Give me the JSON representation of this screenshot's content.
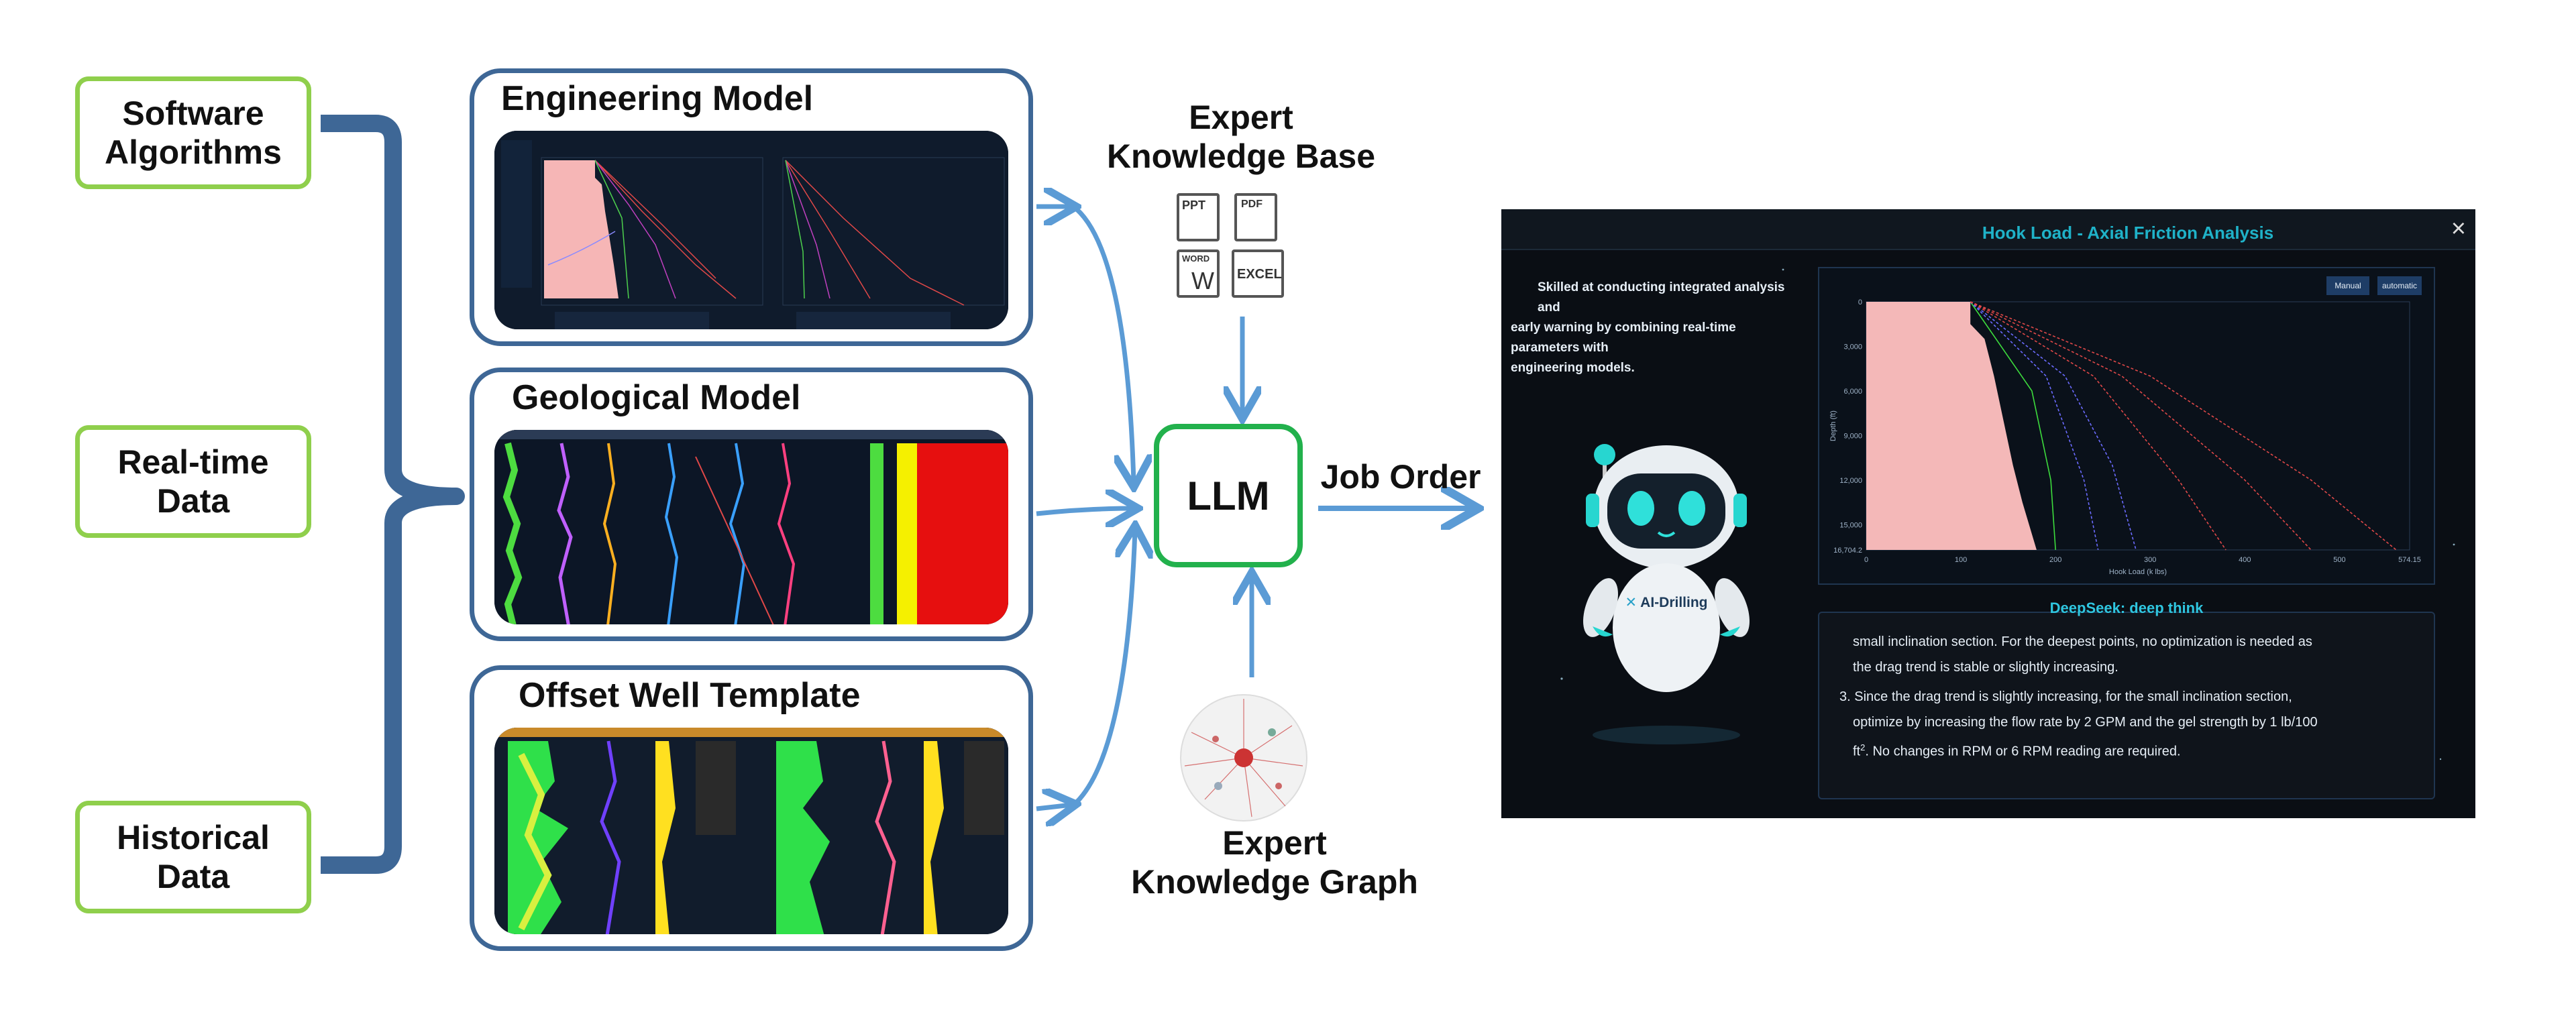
{
  "sources": [
    {
      "line1": "Software",
      "line2": "Algorithms"
    },
    {
      "line1": "Real-time",
      "line2": "Data"
    },
    {
      "line1": "Historical",
      "line2": "Data"
    }
  ],
  "models": [
    {
      "title": "Engineering Model"
    },
    {
      "title": "Geological Model"
    },
    {
      "title": "Offset Well Template"
    }
  ],
  "knowledge_base": {
    "line1": "Expert",
    "line2": "Knowledge Base",
    "file_icons": [
      "PPT",
      "PDF",
      "WORD",
      "EXCEL"
    ],
    "word_letter": "W"
  },
  "knowledge_graph": {
    "line1": "Expert",
    "line2": "Knowledge Graph"
  },
  "llm": {
    "label": "LLM"
  },
  "job_order": {
    "label": "Job Order"
  },
  "screen": {
    "chart_title": "Hook Load - Axial Friction Analysis",
    "intro_line1": "Skilled at conducting integrated analysis and",
    "intro_line2": "early warning by combining real-time parameters with",
    "intro_line3": "engineering models.",
    "manual_btn": "Manual",
    "auto_btn": "automatic",
    "close_glyph": "×",
    "robot_badge": "AI-Drilling",
    "deepseek_label": "DeepSeek: deep think",
    "text_line1": "small inclination section. For the deepest points, no optimization is needed as",
    "text_line2": "the drag trend is stable or slightly increasing.",
    "text_line3": "3. Since the drag trend is slightly increasing, for the small inclination section,",
    "text_line4": "optimize by increasing the flow rate by 2 GPM and the gel strength by 1 lb/100",
    "text_line5_a": "ft",
    "text_line5_sup": "2",
    "text_line5_b": ". No changes in RPM or 6 RPM reading are required."
  },
  "chart_data": {
    "type": "line",
    "xlabel": "Hook Load (k lbs)",
    "ylabel": "Depth (ft)",
    "x_ticks": [
      "0",
      "100",
      "200",
      "300",
      "400",
      "500",
      "574.15"
    ],
    "y_ticks": [
      "0",
      "3,000",
      "6,000",
      "9,000",
      "12,000",
      "15,000",
      "16,704.2"
    ],
    "xlim": [
      0,
      574.15
    ],
    "ylim": [
      0,
      16704.2
    ],
    "y_inverted": true,
    "colors": {
      "fill": "#f4b8b8",
      "green": "#3ddc3d",
      "red": "#e04848",
      "blue": "#6b6bff"
    }
  }
}
